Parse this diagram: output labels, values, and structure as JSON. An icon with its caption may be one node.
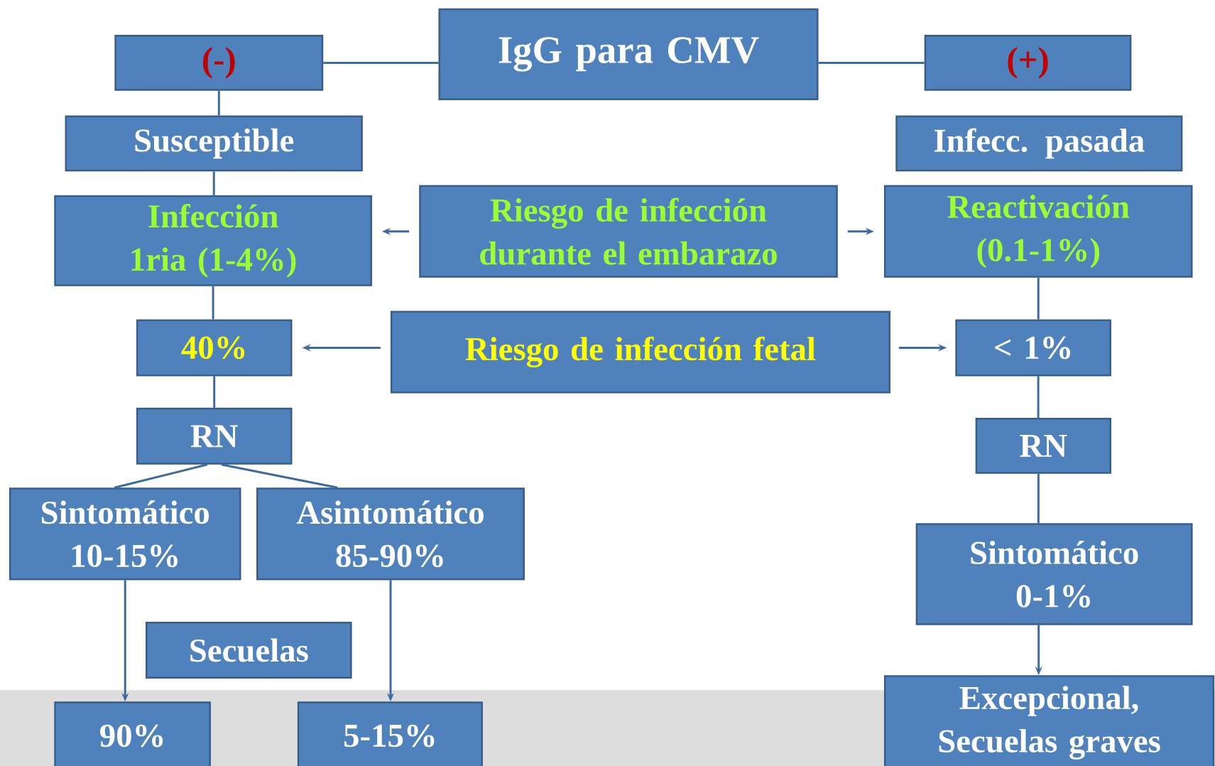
{
  "diagram": {
    "nodes": [
      {
        "text": [
          "IgG para CMV"
        ]
      },
      {
        "text": [
          "(-)"
        ]
      },
      {
        "text": [
          "(+)"
        ]
      },
      {
        "text": [
          "Susceptible"
        ]
      },
      {
        "text": [
          "Infecc. pasada"
        ]
      },
      {
        "text": [
          "Infección 1ria (1-4%)"
        ]
      },
      {
        "text": [
          "Riesgo de infección durante el embarazo"
        ]
      },
      {
        "text": [
          "Reactivación (0.1-1%)"
        ]
      },
      {
        "text": [
          "40%"
        ]
      },
      {
        "text": [
          "Riesgo de infección fetal"
        ]
      },
      {
        "text": [
          "< 1%"
        ]
      },
      {
        "text": [
          "RN"
        ]
      },
      {
        "text": [
          "RN"
        ]
      },
      {
        "text": [
          "Sintomático 10-15%"
        ]
      },
      {
        "text": [
          "Asintomático 85-90%"
        ]
      },
      {
        "text": [
          "Sintomático 0-1%"
        ]
      },
      {
        "text": [
          "Secuelas"
        ]
      },
      {
        "text": [
          "90%"
        ]
      },
      {
        "text": [
          "5-15%"
        ]
      },
      {
        "text": [
          "Excepcional, Secuelas graves"
        ]
      }
    ],
    "edges": [
      {
        "from": 0,
        "to": 1,
        "arrow": "none"
      },
      {
        "from": 0,
        "to": 2,
        "arrow": "none"
      },
      {
        "from": 1,
        "to": 3,
        "arrow": "none"
      },
      {
        "from": 3,
        "to": 5,
        "arrow": "none"
      },
      {
        "from": 5,
        "to": 8,
        "arrow": "none"
      },
      {
        "from": 8,
        "to": 11,
        "arrow": "none"
      },
      {
        "from": 11,
        "to": 13,
        "arrow": "none"
      },
      {
        "from": 11,
        "to": 14,
        "arrow": "none"
      },
      {
        "from": 13,
        "to": 17,
        "arrow": "to"
      },
      {
        "from": 14,
        "to": 18,
        "arrow": "to"
      },
      {
        "from": 6,
        "to": 5,
        "arrow": "to"
      },
      {
        "from": 6,
        "to": 7,
        "arrow": "to"
      },
      {
        "from": 9,
        "to": 8,
        "arrow": "to"
      },
      {
        "from": 9,
        "to": 10,
        "arrow": "to"
      },
      {
        "from": 7,
        "to": 10,
        "arrow": "none"
      },
      {
        "from": 10,
        "to": 12,
        "arrow": "none"
      },
      {
        "from": 12,
        "to": 15,
        "arrow": "none"
      },
      {
        "from": 15,
        "to": 19,
        "arrow": "to"
      }
    ]
  }
}
